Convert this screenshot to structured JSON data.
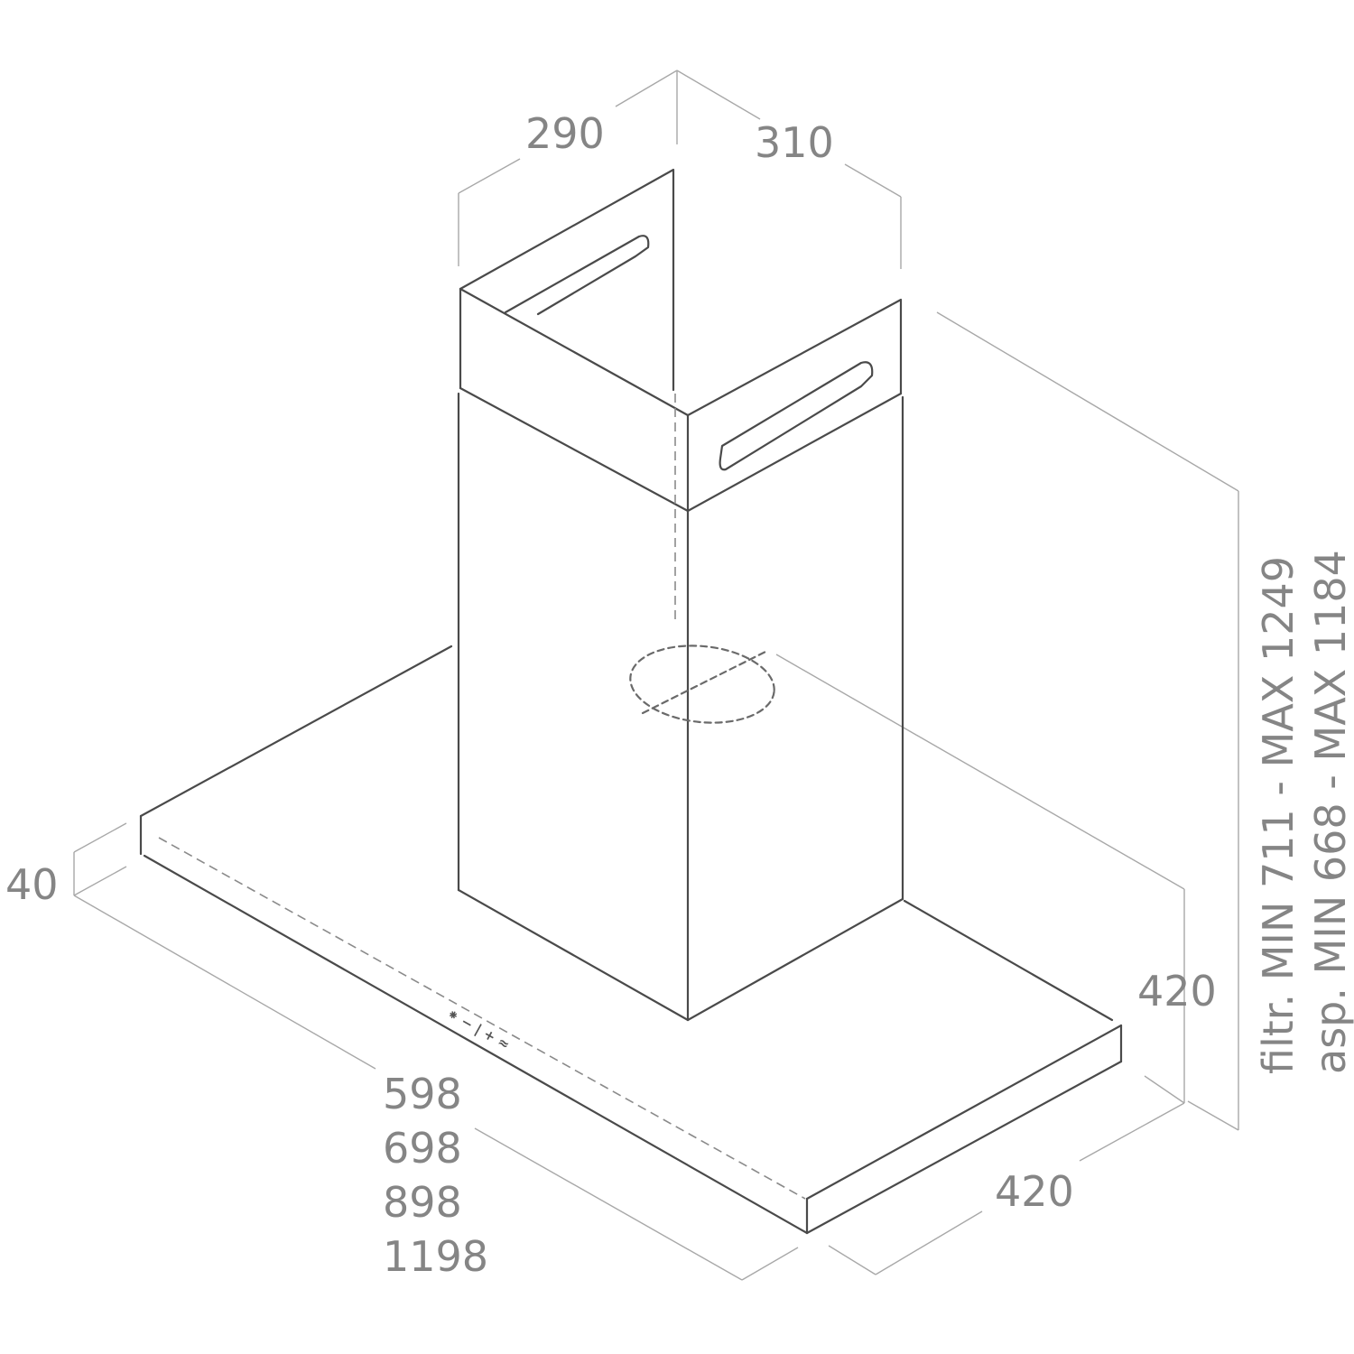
{
  "dimensions": {
    "chimney_width": "290",
    "chimney_depth": "310",
    "canopy_thickness": "40",
    "hood_depth_right": "420",
    "hood_depth_bottom": "420",
    "widths": [
      "598",
      "698",
      "898",
      "1198"
    ],
    "height_filter": "filtr. MIN 711 - MAX 1249",
    "height_extraction": "asp. MIN 668 - MAX 1184"
  },
  "control_panel": {
    "buttons": "⁕ − | + ≈"
  },
  "colors": {
    "dimension_text": "#858585",
    "dimension_line": "#a8a8a8",
    "outline": "#4a4a4a"
  }
}
